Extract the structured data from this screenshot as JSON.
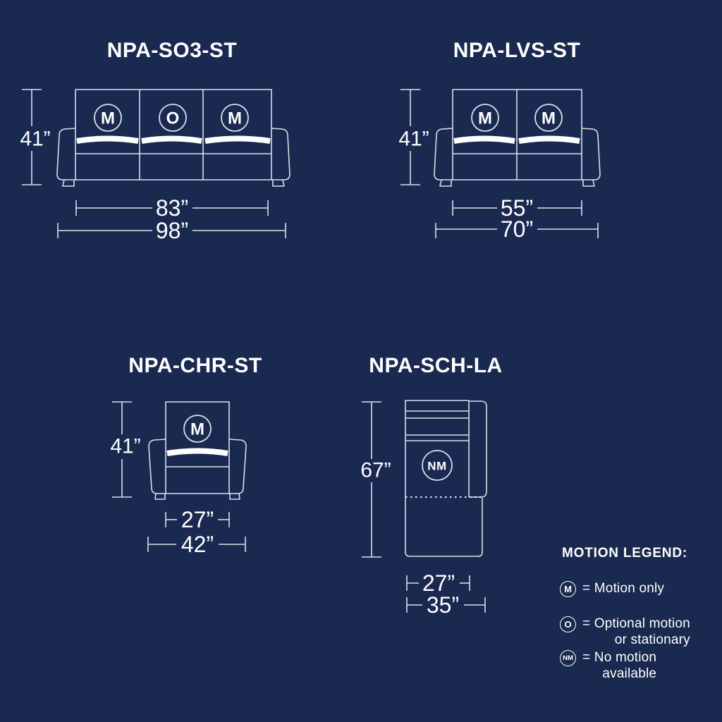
{
  "palette": {
    "background": "#1a2950",
    "line": "#d9dfe9",
    "text": "#ffffff"
  },
  "diagrams": {
    "so3": {
      "title": "NPA-SO3-ST",
      "height": "41”",
      "inner_width": "83”",
      "outer_width": "98”",
      "seats": [
        "M",
        "O",
        "M"
      ]
    },
    "lvs": {
      "title": "NPA-LVS-ST",
      "height": "41”",
      "inner_width": "55”",
      "outer_width": "70”",
      "seats": [
        "M",
        "M"
      ]
    },
    "chr": {
      "title": "NPA-CHR-ST",
      "height": "41”",
      "inner_width": "27”",
      "outer_width": "42”",
      "seats": [
        "M"
      ]
    },
    "sch": {
      "title": "NPA-SCH-LA",
      "height": "67”",
      "inner_width": "27”",
      "outer_width": "35”",
      "seats": [
        "NM"
      ]
    }
  },
  "legend": {
    "title": "MOTION LEGEND:",
    "items": [
      {
        "symbol": "M",
        "line1": "= Motion only",
        "line2": ""
      },
      {
        "symbol": "O",
        "line1": "= Optional motion",
        "line2": "or stationary"
      },
      {
        "symbol": "NM",
        "line1": "= No motion",
        "line2": "available"
      }
    ]
  }
}
